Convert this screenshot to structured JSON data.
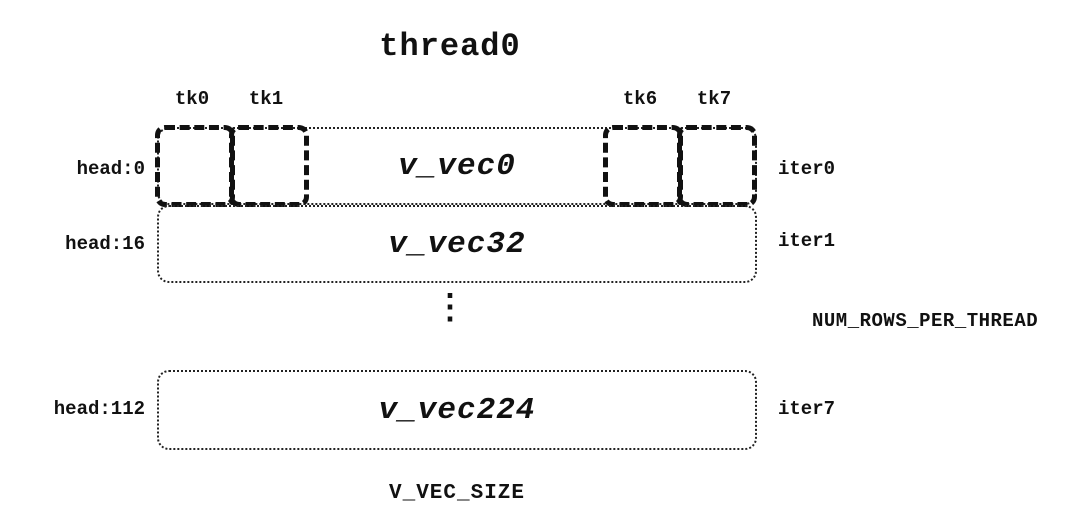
{
  "title": "thread0",
  "tk_labels": [
    "tk0",
    "tk1",
    "tk6",
    "tk7"
  ],
  "rows": [
    {
      "head": "head:0",
      "vec": "v_vec0",
      "iter": "iter0"
    },
    {
      "head": "head:16",
      "vec": "v_vec32",
      "iter": "iter1"
    },
    {
      "head": "head:112",
      "vec": "v_vec224",
      "iter": "iter7"
    }
  ],
  "ellipsis": "⋮",
  "num_rows_label": "NUM_ROWS_PER_THREAD",
  "bottom_label": "V_VEC_SIZE"
}
